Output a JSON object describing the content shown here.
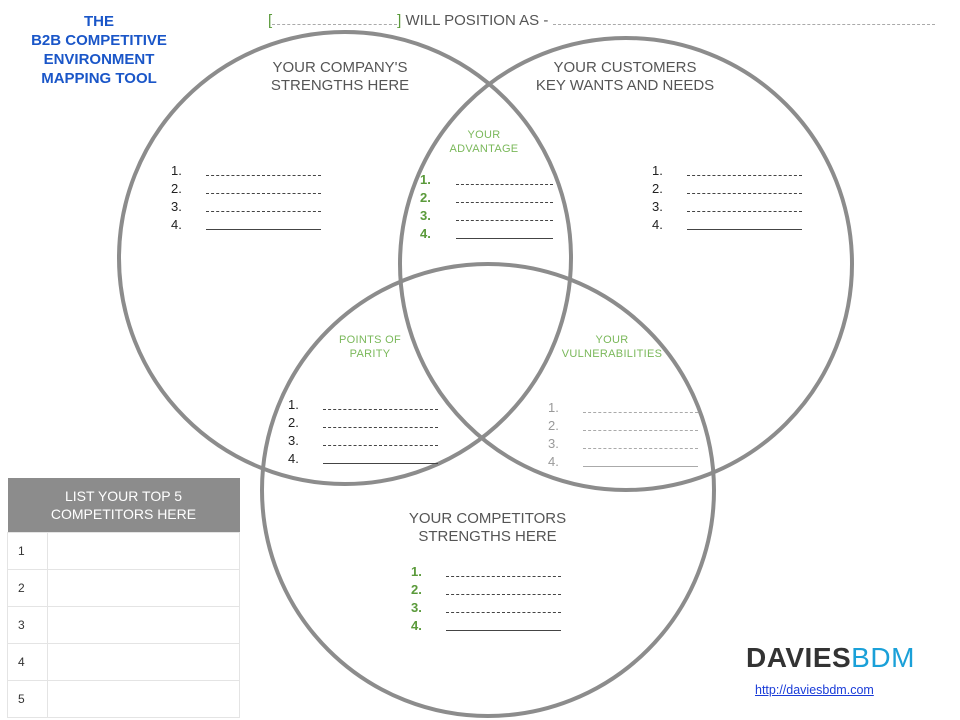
{
  "title": {
    "line1": "THE",
    "line2": "B2B COMPETITIVE",
    "line3": "ENVIRONMENT",
    "line4": "MAPPING TOOL"
  },
  "header": {
    "open_bracket": "[",
    "close_bracket": "]",
    "text": "WILL POSITION AS -"
  },
  "circles": {
    "company": {
      "line1": "YOUR COMPANY'S",
      "line2": "STRENGTHS HERE"
    },
    "customers": {
      "line1": "YOUR CUSTOMERS",
      "line2": "KEY WANTS AND NEEDS"
    },
    "competitors": {
      "line1": "YOUR COMPETITORS",
      "line2": "STRENGTHS HERE"
    }
  },
  "overlaps": {
    "advantage": {
      "line1": "YOUR",
      "line2": "ADVANTAGE"
    },
    "parity": {
      "line1": "POINTS OF",
      "line2": "PARITY"
    },
    "vulnerabilities": {
      "line1": "YOUR",
      "line2": "VULNERABILITIES"
    }
  },
  "list_numbers": [
    "1.",
    "2.",
    "3.",
    "4."
  ],
  "competitors_table": {
    "header_line1": "LIST YOUR TOP 5",
    "header_line2": "COMPETITORS HERE",
    "rows": [
      "1",
      "2",
      "3",
      "4",
      "5"
    ]
  },
  "logo": {
    "part1": "DAVIES",
    "part2": "BDM"
  },
  "link": "http://daviesbdm.com",
  "colors": {
    "title_blue": "#1a56c8",
    "overlap_green": "#7ab85a",
    "circle_grey": "#8c8c8c",
    "logo_blue": "#1aa0d8"
  }
}
